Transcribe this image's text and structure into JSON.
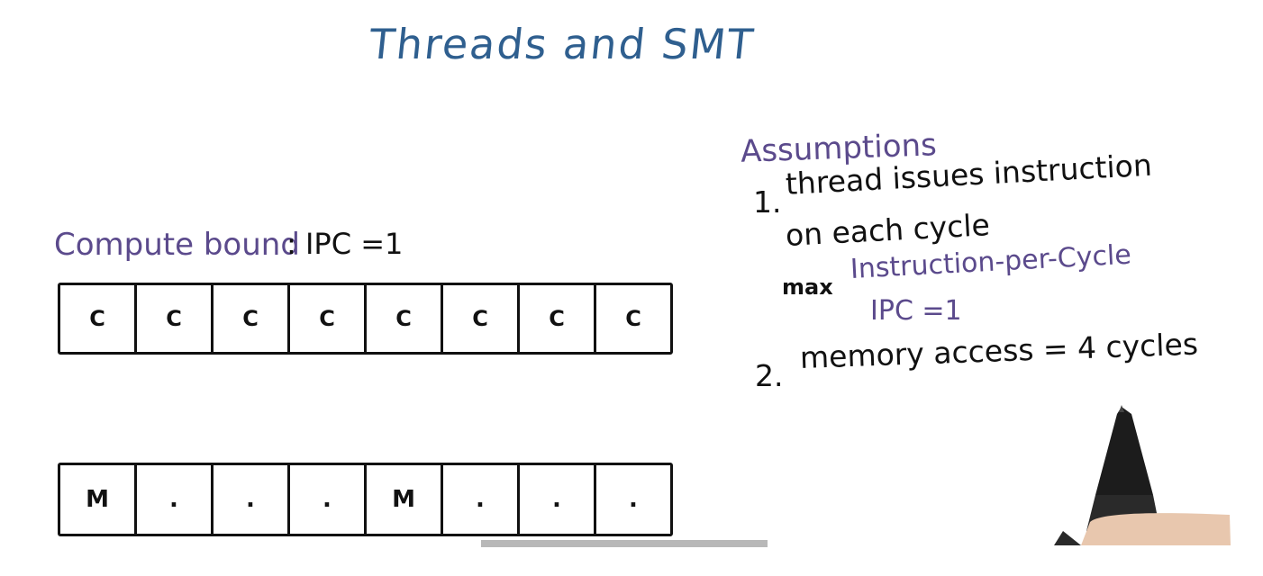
{
  "title": "Threads and SMT",
  "compute": {
    "label": "Compute bound",
    "ipc": ": IPC =1",
    "cells": [
      "C",
      "C",
      "C",
      "C",
      "C",
      "C",
      "C",
      "C"
    ]
  },
  "memory": {
    "cells": [
      "M",
      ".",
      ".",
      ".",
      "M",
      ".",
      ".",
      "."
    ]
  },
  "assumptions": {
    "title": "Assumptions",
    "item1_num": "1.",
    "item1_line1": "thread issues instruction",
    "item1_line2": "on each cycle",
    "max_label": "max",
    "ipc_full": "Instruction-per-Cycle",
    "ipc_value": "IPC =1",
    "item2_num": "2.",
    "item2_line": "memory access = 4 cycles"
  },
  "colors": {
    "title": "#2f5f8f",
    "purple": "#5b4a8c",
    "ink": "#111111"
  }
}
